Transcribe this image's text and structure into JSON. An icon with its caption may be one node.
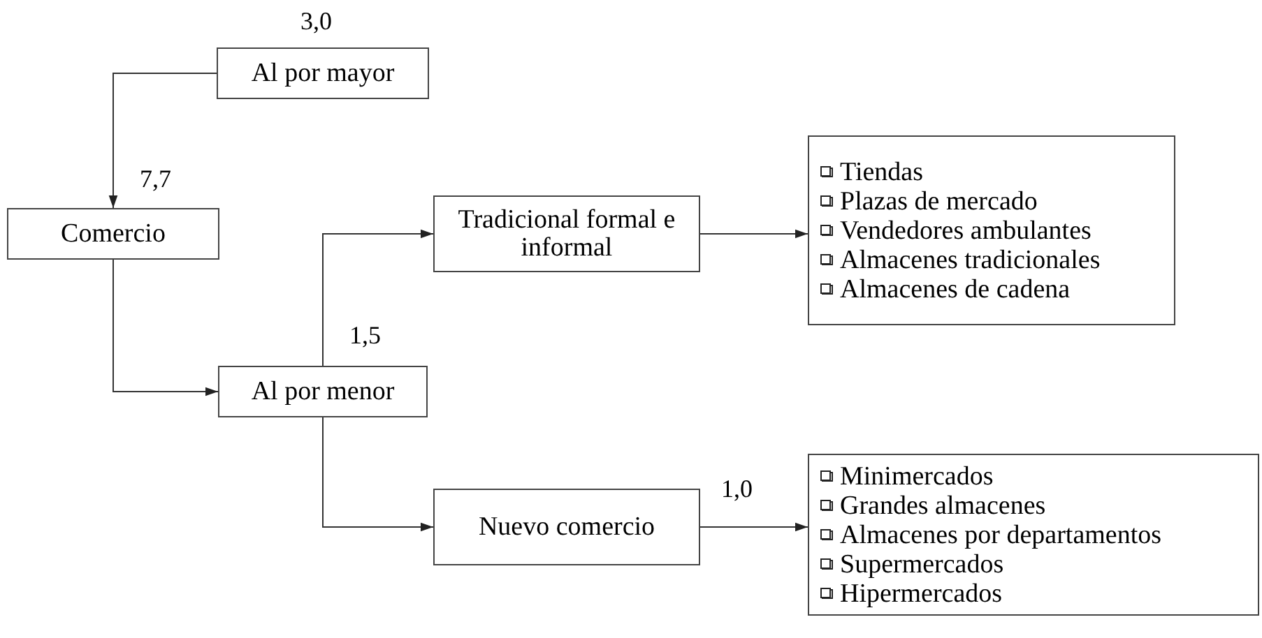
{
  "diagram": {
    "nodes": [
      {
        "text": [
          "Al por mayor"
        ],
        "beside": [
          "3,0"
        ]
      },
      {
        "text": [
          "Comercio"
        ],
        "beside": [
          "7,7"
        ]
      },
      {
        "text": [
          "Al por menor"
        ],
        "beside": [
          "1,5"
        ]
      },
      {
        "text": [
          "Tradicional formal e informal"
        ]
      },
      {
        "text": [
          "Tiendas",
          "Plazas de mercado",
          "Vendedores ambulantes",
          "Almacenes tradicionales",
          "Almacenes de cadena"
        ]
      },
      {
        "text": [
          "Nuevo comercio"
        ],
        "beside": [
          "1,0"
        ]
      },
      {
        "text": [
          "Minimercados",
          "Grandes almacenes",
          "Almacenes por departamentos",
          "Supermercados",
          "Hipermercados"
        ]
      }
    ],
    "edges": [
      {
        "from": 0,
        "to": 1,
        "arrow": "to"
      },
      {
        "from": 1,
        "to": 2,
        "arrow": "to"
      },
      {
        "from": 2,
        "to": 3,
        "arrow": "to"
      },
      {
        "from": 2,
        "to": 5,
        "arrow": "to"
      },
      {
        "from": 3,
        "to": 4,
        "arrow": "to"
      },
      {
        "from": 5,
        "to": 6,
        "arrow": "to"
      }
    ]
  }
}
